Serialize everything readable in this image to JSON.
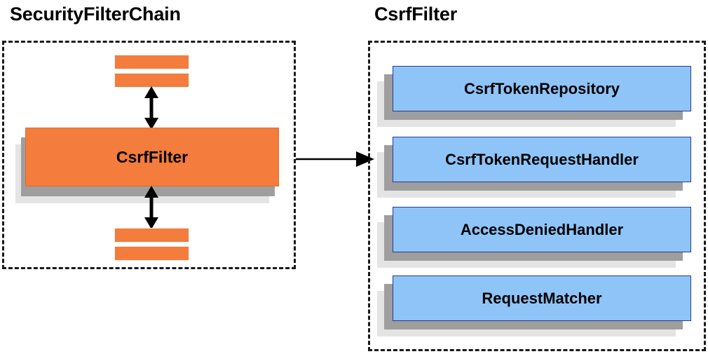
{
  "diagram": {
    "title_left": "SecurityFilterChain",
    "title_right": "CsrfFilter",
    "colors": {
      "orange_fill": "#f47c3c",
      "orange_border": "#e2693a",
      "blue_fill": "#8ec4f8",
      "blue_border": "#2a3a8c",
      "shadow_mid": "#9e9e9e",
      "shadow_light": "#e4e4e4",
      "dash_border": "#1a1a1a",
      "text": "#000000",
      "background": "#ffffff"
    }
  },
  "left_group": {
    "label": "SecurityFilterChain",
    "top_bars": [
      {
        "name": "filter-bar-top-1",
        "label": ""
      },
      {
        "name": "filter-bar-top-2",
        "label": ""
      }
    ],
    "main_component": {
      "label": "CsrfFilter"
    },
    "bottom_bars": [
      {
        "name": "filter-bar-bottom-1",
        "label": ""
      },
      {
        "name": "filter-bar-bottom-2",
        "label": ""
      }
    ],
    "arrows": [
      {
        "name": "arrow-up-down-top",
        "direction": "bidirectional-vertical"
      },
      {
        "name": "arrow-up-down-bottom",
        "direction": "bidirectional-vertical"
      }
    ]
  },
  "connector": {
    "name": "arrow-left-to-right",
    "direction": "right"
  },
  "right_group": {
    "label": "CsrfFilter",
    "components": [
      {
        "label": "CsrfTokenRepository"
      },
      {
        "label": "CsrfTokenRequestHandler"
      },
      {
        "label": "AccessDeniedHandler"
      },
      {
        "label": "RequestMatcher"
      }
    ]
  }
}
